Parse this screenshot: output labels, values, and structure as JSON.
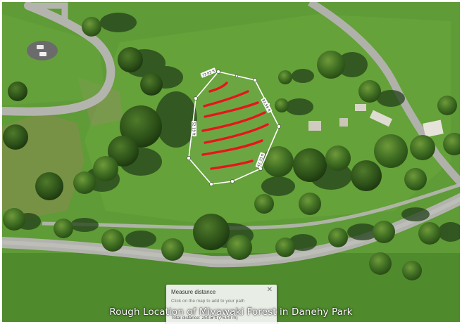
{
  "caption": "Rough Location of Miyawaki Forest in Danehy Park",
  "measure_panel": {
    "title": "Measure distance",
    "hint": "Click on the map to add to your path",
    "total": "Total distance: 250.8 ft (76.50 m)",
    "close_icon": "close-icon"
  },
  "polygon_labels": [
    "73.62 ft",
    "83.58 ft",
    "42.33 ft",
    "52.19 ft"
  ],
  "colors": {
    "grass": "#5e9a35",
    "path": "#a9aaa4",
    "tree": "#2f5a1b",
    "shadow": "#1d3511",
    "planting_marks": "#e8141b",
    "measure_outline": "#ffffff"
  }
}
